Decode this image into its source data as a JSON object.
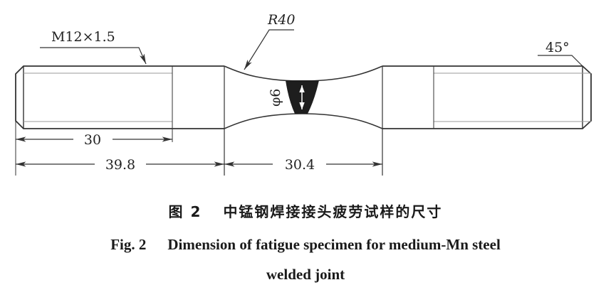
{
  "figure": {
    "labels": {
      "thread": "M12×1.5",
      "radius": "R40",
      "diameter": "φ6",
      "chamfer": "45°"
    },
    "dimensions": {
      "thread_length": "30",
      "grip_length": "39.8",
      "gauge_length": "30.4"
    },
    "colors": {
      "line": "#333333",
      "thin_line": "#888888",
      "weld": "#1e1e1e"
    }
  },
  "caption": {
    "cn_number": "图 2",
    "cn_title": "中锰钢焊接接头疲劳试样的尺寸",
    "en_number": "Fig. 2",
    "en_title_line1": "Dimension of fatigue specimen for medium-Mn steel",
    "en_title_line2": "welded joint"
  }
}
